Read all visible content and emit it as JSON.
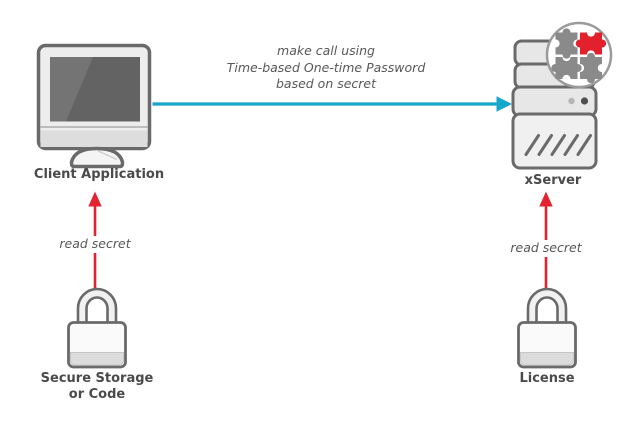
{
  "diagram": {
    "nodes": {
      "client": {
        "label": "Client Application",
        "icon": "desktop-monitor-icon"
      },
      "server": {
        "label": "xServer",
        "icon": "server-tower-icon",
        "badge_icon": "puzzle-pieces-icon"
      },
      "secure_storage": {
        "label": [
          "Secure Storage",
          "or Code"
        ],
        "icon": "padlock-icon"
      },
      "license": {
        "label": "License",
        "icon": "padlock-icon"
      }
    },
    "edges": {
      "call": {
        "from": "client",
        "to": "server",
        "label_lines": [
          "make call using",
          "Time-based One-time Password",
          "based on secret"
        ],
        "color": "#15A6CB",
        "style": "solid-arrow-right"
      },
      "read_secret_left": {
        "from": "secure_storage",
        "to": "client",
        "label": "read secret",
        "color": "#E3232F",
        "style": "solid-arrow-up"
      },
      "read_secret_right": {
        "from": "license",
        "to": "server",
        "label": "read secret",
        "color": "#E3232F",
        "style": "solid-arrow-up"
      }
    },
    "colors": {
      "background": "#FFFFFF",
      "icon_stroke": "#6A6A6A",
      "icon_fill_light": "#EDEDED",
      "screen_fill": "#636363",
      "node_label_text": "#4A4A4A",
      "annotation_text": "#58585A",
      "arrow_blue": "#15A6CB",
      "arrow_red": "#E3232F",
      "puzzle_gray": "#8A8A8A",
      "puzzle_red": "#E3212C"
    }
  }
}
